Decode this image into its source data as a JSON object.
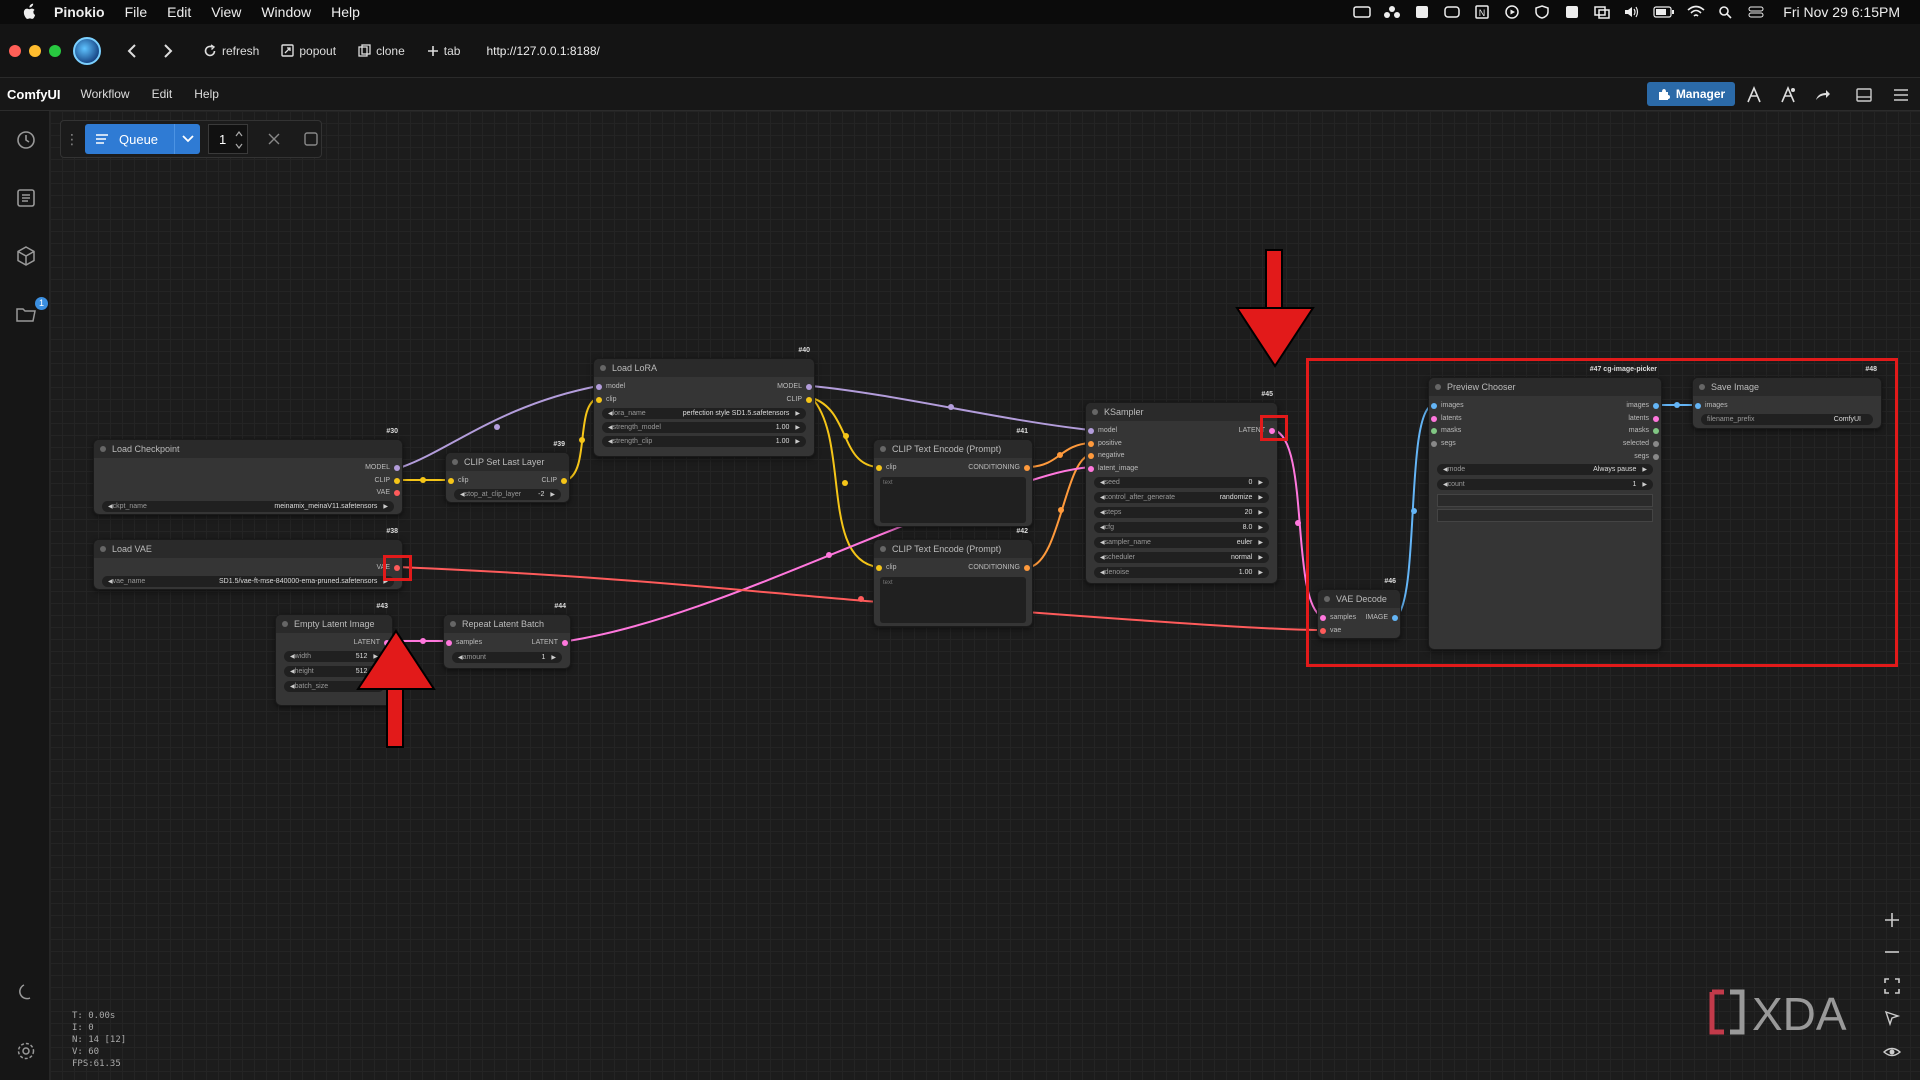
{
  "menubar": {
    "app": "Pinokio",
    "items": [
      "File",
      "Edit",
      "View",
      "Window",
      "Help"
    ],
    "clock": "Fri Nov 29  6:15PM"
  },
  "browser": {
    "refresh": "refresh",
    "popout": "popout",
    "clone": "clone",
    "tab": "tab",
    "url": "http://127.0.0.1:8188/"
  },
  "comfy": {
    "brand": "ComfyUI",
    "menu": [
      "Workflow",
      "Edit",
      "Help"
    ],
    "manager": "Manager"
  },
  "sidebar": {
    "badge": "1"
  },
  "queue": {
    "label": "Queue",
    "count": "1"
  },
  "nodes": {
    "load_checkpoint": {
      "title": "Load Checkpoint",
      "id": "#30",
      "out_model": "MODEL",
      "out_clip": "CLIP",
      "out_vae": "VAE",
      "w_label": "ckpt_name",
      "w_value": "meinamix_meinaV11.safetensors"
    },
    "load_vae": {
      "title": "Load VAE",
      "id": "#38",
      "out_vae": "VAE",
      "w_label": "vae_name",
      "w_value": "SD1.5/vae-ft-mse-840000-ema-pruned.safetensors"
    },
    "clip_set_last_layer": {
      "title": "CLIP Set Last Layer",
      "id": "#39",
      "in_clip": "clip",
      "out_clip": "CLIP",
      "w_label": "stop_at_clip_layer",
      "w_value": "-2"
    },
    "load_lora": {
      "title": "Load LoRA",
      "id": "#40",
      "in_model": "model",
      "in_clip": "clip",
      "out_model": "MODEL",
      "out_clip": "CLIP",
      "w1_label": "lora_name",
      "w1_value": "perfection style SD1.5.safetensors",
      "w2_label": "strength_model",
      "w2_value": "1.00",
      "w3_label": "strength_clip",
      "w3_value": "1.00"
    },
    "clip_text_1": {
      "title": "CLIP Text Encode (Prompt)",
      "id": "#41",
      "in_clip": "clip",
      "out": "CONDITIONING",
      "text": "text"
    },
    "clip_text_2": {
      "title": "CLIP Text Encode (Prompt)",
      "id": "#42",
      "in_clip": "clip",
      "out": "CONDITIONING",
      "text": "text"
    },
    "empty_latent": {
      "title": "Empty Latent Image",
      "id": "#43",
      "out": "LATENT",
      "w1_label": "width",
      "w1_value": "512",
      "w2_label": "height",
      "w2_value": "512",
      "w3_label": "batch_size",
      "w3_value": "1"
    },
    "repeat_latent": {
      "title": "Repeat Latent Batch",
      "id": "#44",
      "in": "samples",
      "out": "LATENT",
      "w_label": "amount",
      "w_value": "1"
    },
    "ksampler": {
      "title": "KSampler",
      "id": "#45",
      "in_model": "model",
      "in_pos": "positive",
      "in_neg": "negative",
      "in_latent": "latent_image",
      "out": "LATENT",
      "widgets": [
        {
          "label": "seed",
          "value": "0"
        },
        {
          "label": "control_after_generate",
          "value": "randomize"
        },
        {
          "label": "steps",
          "value": "20"
        },
        {
          "label": "cfg",
          "value": "8.0"
        },
        {
          "label": "sampler_name",
          "value": "euler"
        },
        {
          "label": "scheduler",
          "value": "normal"
        },
        {
          "label": "denoise",
          "value": "1.00"
        }
      ]
    },
    "vae_decode": {
      "title": "VAE Decode",
      "id": "#46",
      "in_samples": "samples",
      "in_vae": "vae",
      "out": "IMAGE"
    },
    "preview_chooser": {
      "title": "Preview Chooser",
      "id": "#47 cg-image-picker",
      "in_images": "images",
      "in_latents": "latents",
      "in_masks": "masks",
      "in_segs": "segs",
      "out_images": "images",
      "out_latents": "latents",
      "out_masks": "masks",
      "out_selected": "selected",
      "out_segs": "segs",
      "w1_label": "mode",
      "w1_value": "Always pause",
      "w2_label": "count",
      "w2_value": "1"
    },
    "save_image": {
      "title": "Save Image",
      "id": "#48",
      "in_images": "images",
      "w_label": "filename_prefix",
      "w_value": "ComfyUI"
    }
  },
  "stats": [
    "T: 0.00s",
    "I: 0",
    "N: 14 [12]",
    "V: 60",
    "FPS:61.35"
  ],
  "watermark": "XDA",
  "colors": {
    "accent": "#2f7bd4",
    "model_wire": "#b39ddb",
    "clip_wire": "#f5c518",
    "conditioning_wire": "#ff9a3c",
    "latent_wire": "#ff77dd",
    "vae_wire": "#ff5b5b",
    "image_wire": "#64b5f6",
    "annotation": "#e21a1a"
  }
}
